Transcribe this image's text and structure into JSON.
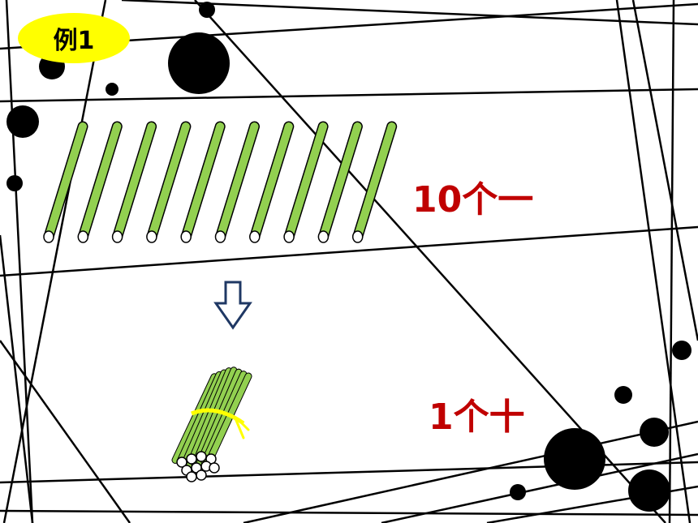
{
  "slide": {
    "badge_label": "例1",
    "ones_caption": "10个一",
    "tens_caption": "1个十"
  },
  "colors": {
    "badge": "#ffff00",
    "stick_fill": "#92d050",
    "stick_outline": "#000000",
    "caption": "#c00000",
    "arrow": "#1f3864",
    "tie": "#ffff00"
  },
  "icons": {
    "arrow": "down-arrow-icon",
    "bundle": "stick-bundle-icon"
  },
  "sticks": {
    "loose_count": 10
  }
}
